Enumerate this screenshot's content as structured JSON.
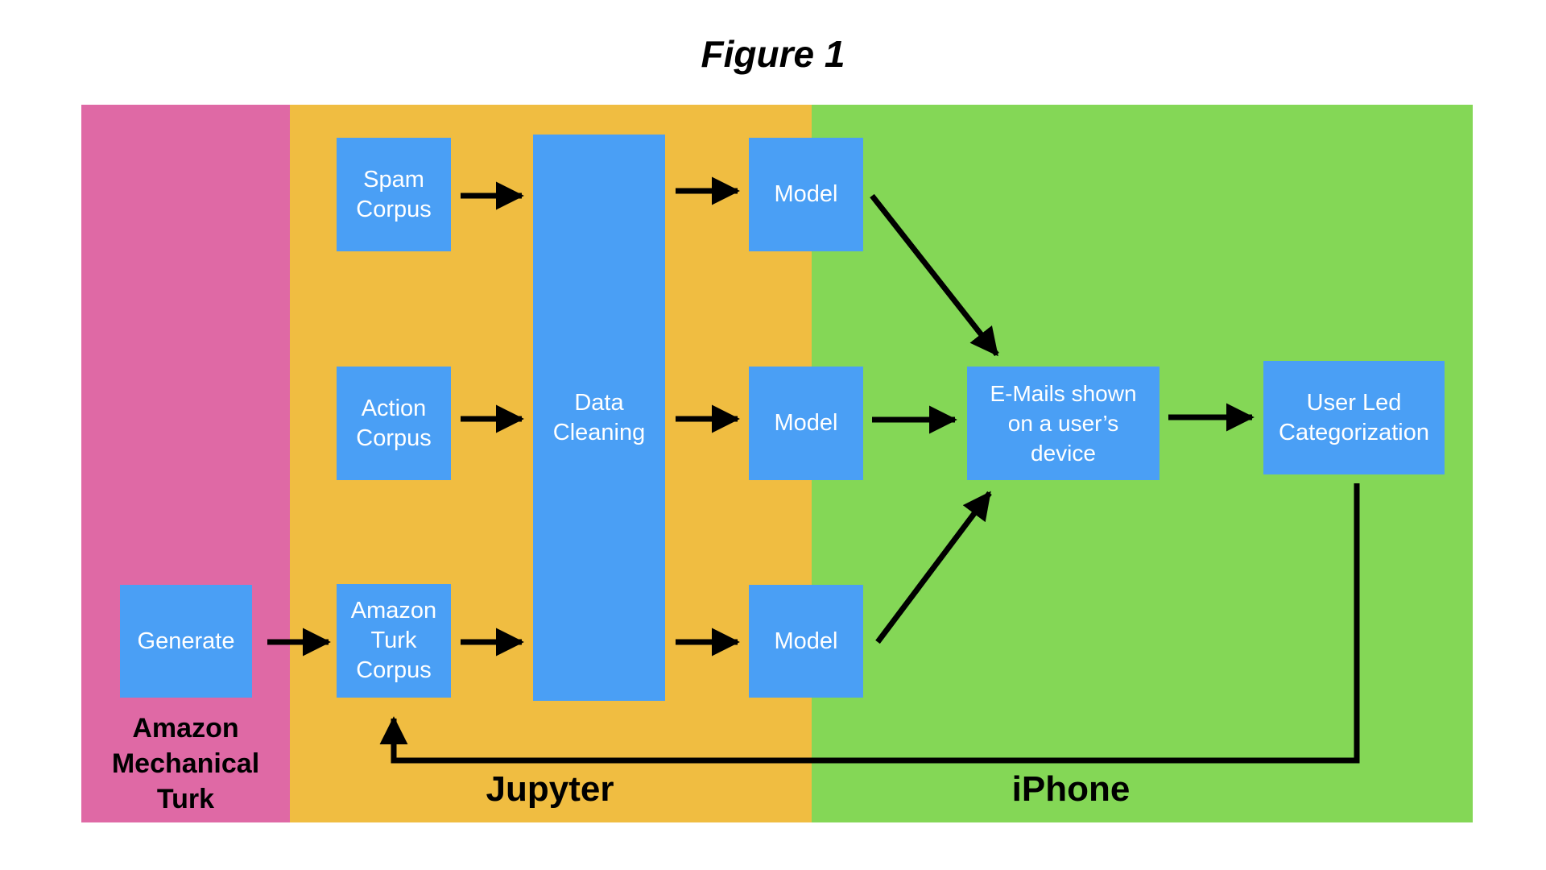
{
  "figure_title": "Figure 1",
  "colors": {
    "turk_region": "#df69a5",
    "jupyter_region": "#f0bd41",
    "iphone_region": "#84d756",
    "box": "#4a9ff5",
    "box_text": "#ffffff",
    "arrow": "#000000"
  },
  "regions": {
    "turk": {
      "label": "Amazon\nMechanical\nTurk"
    },
    "jupyter": {
      "label": "Jupyter"
    },
    "iphone": {
      "label": "iPhone"
    }
  },
  "nodes": {
    "generate": "Generate",
    "spam_corpus": "Spam\nCorpus",
    "action_corpus": "Action\nCorpus",
    "amazon_turk_corpus": "Amazon\nTurk\nCorpus",
    "data_cleaning": "Data\nCleaning",
    "model_top": "Model",
    "model_middle": "Model",
    "model_bottom": "Model",
    "emails_shown": "E-Mails shown\non a user’s\ndevice",
    "user_led_categorization": "User Led\nCategorization"
  },
  "edges": [
    [
      "generate",
      "amazon_turk_corpus"
    ],
    [
      "spam_corpus",
      "data_cleaning"
    ],
    [
      "action_corpus",
      "data_cleaning"
    ],
    [
      "amazon_turk_corpus",
      "data_cleaning"
    ],
    [
      "data_cleaning",
      "model_top"
    ],
    [
      "data_cleaning",
      "model_middle"
    ],
    [
      "data_cleaning",
      "model_bottom"
    ],
    [
      "model_top",
      "emails_shown"
    ],
    [
      "model_middle",
      "emails_shown"
    ],
    [
      "model_bottom",
      "emails_shown"
    ],
    [
      "emails_shown",
      "user_led_categorization"
    ],
    [
      "user_led_categorization",
      "amazon_turk_corpus"
    ]
  ]
}
